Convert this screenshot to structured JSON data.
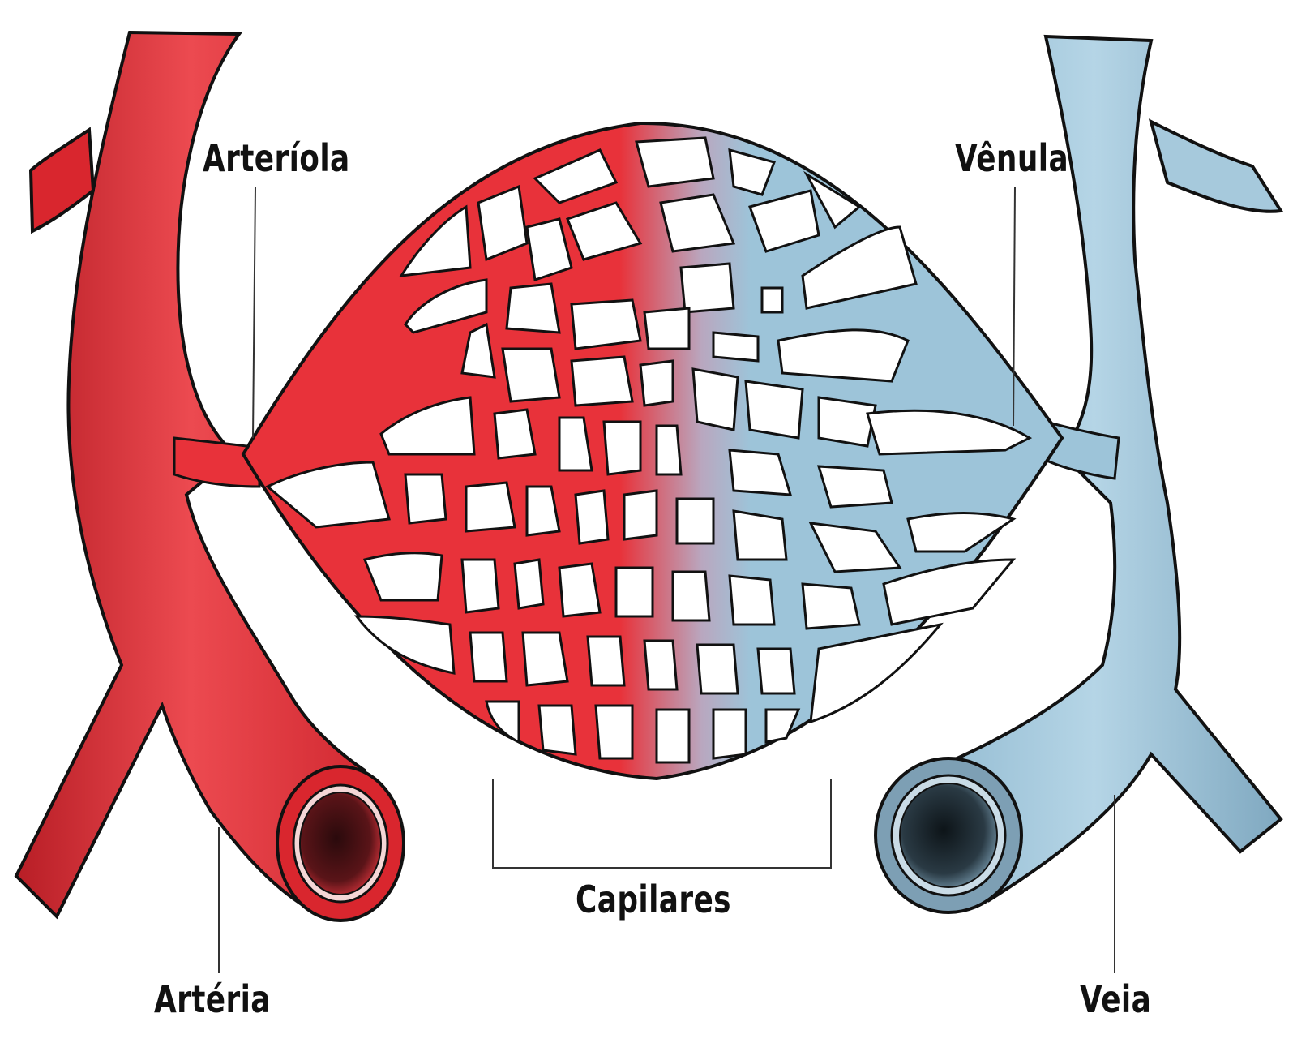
{
  "labels": {
    "arteriola": "Arteríola",
    "venula": "Vênula",
    "capilares": "Capilares",
    "arteria": "Artéria",
    "veia": "Veia"
  },
  "colors": {
    "artery": "#e8323a",
    "artery_dark": "#c42028",
    "vein": "#9dc4d9",
    "vein_dark": "#6a90a8",
    "outline": "#111111"
  }
}
